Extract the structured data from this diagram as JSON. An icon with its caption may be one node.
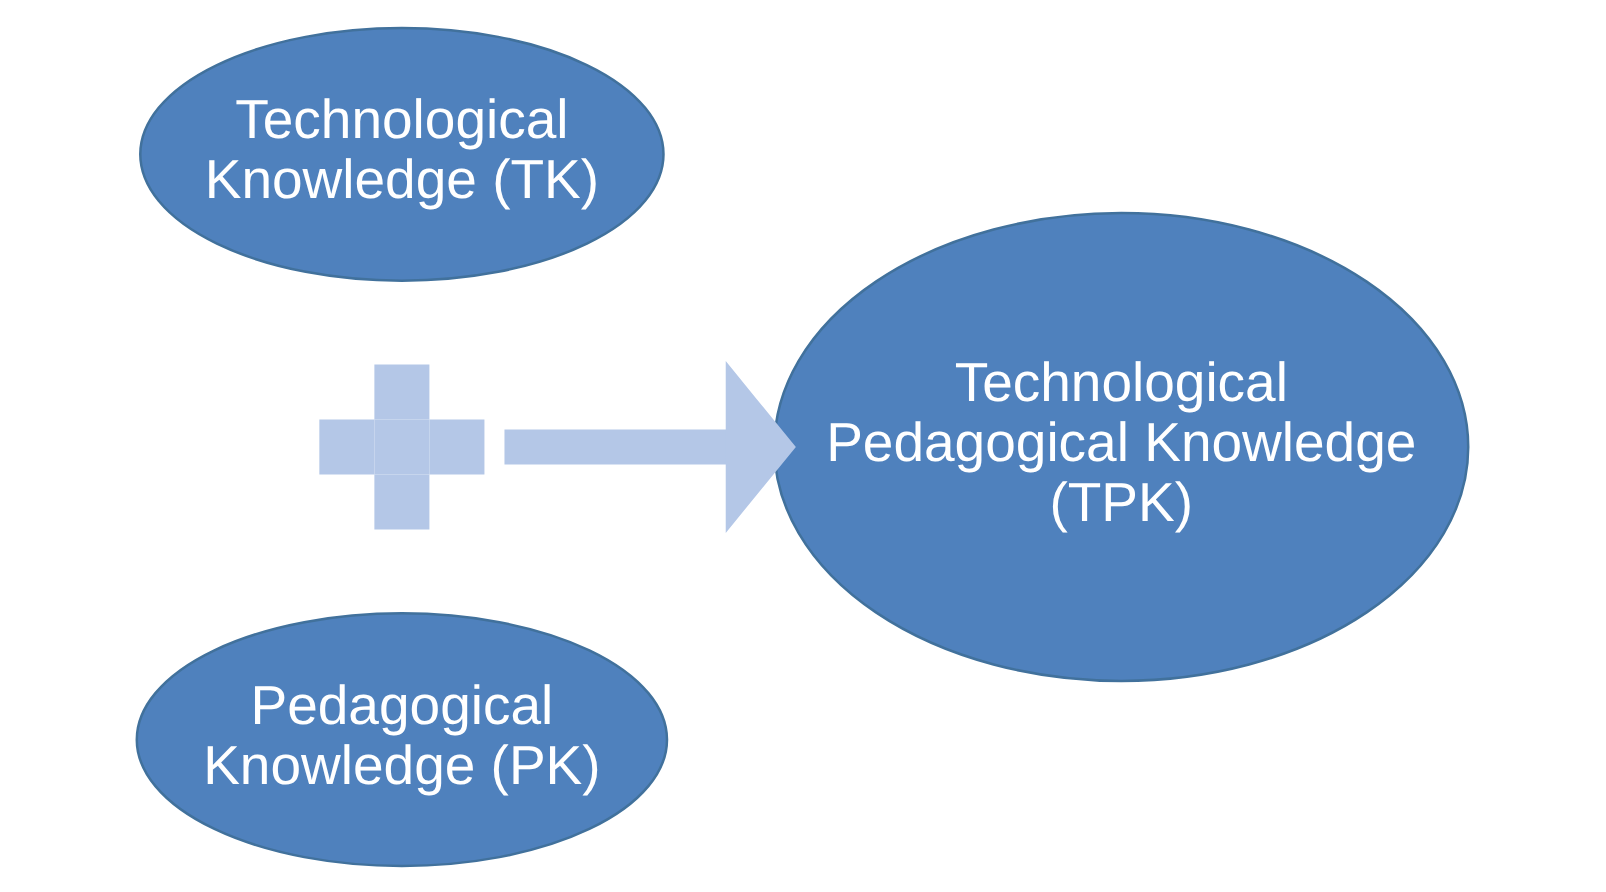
{
  "diagram": {
    "nodes": [
      {
        "text": [
          "Technological Knowledge (TK)"
        ]
      },
      {
        "text": [],
        "shape": "plus"
      },
      {
        "text": [
          "Pedagogical Knowledge (PK)"
        ]
      },
      {
        "text": [
          "Technological Pedagogical Knowledge (TPK)"
        ]
      }
    ],
    "edges": [
      {
        "from": 1,
        "to": 3,
        "arrow": "to",
        "color": "#b4c7e7"
      }
    ]
  }
}
